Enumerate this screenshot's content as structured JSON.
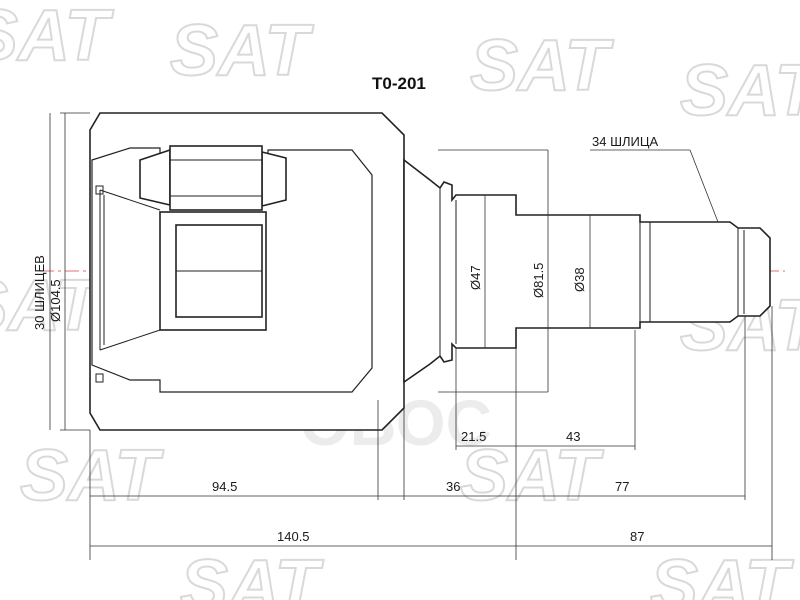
{
  "title": "T0-201",
  "watermark": {
    "text": "SAT",
    "faded_brand": "ОБОС"
  },
  "splines": {
    "outer": "30 ШЛИЦЕВ",
    "shaft": "34 ШЛИЦА"
  },
  "diameters": {
    "housing": "Ø104.5",
    "seal": "Ø47",
    "flange": "Ø81.5",
    "shaft": "Ø38"
  },
  "lengths": {
    "row1": [
      "21.5",
      "43"
    ],
    "row2": [
      "94.5",
      "36",
      "77"
    ],
    "row3": [
      "140.5",
      "87"
    ]
  },
  "colors": {
    "centerline": "#e07070",
    "line": "#222222",
    "watermark": "#d9d9d9"
  }
}
